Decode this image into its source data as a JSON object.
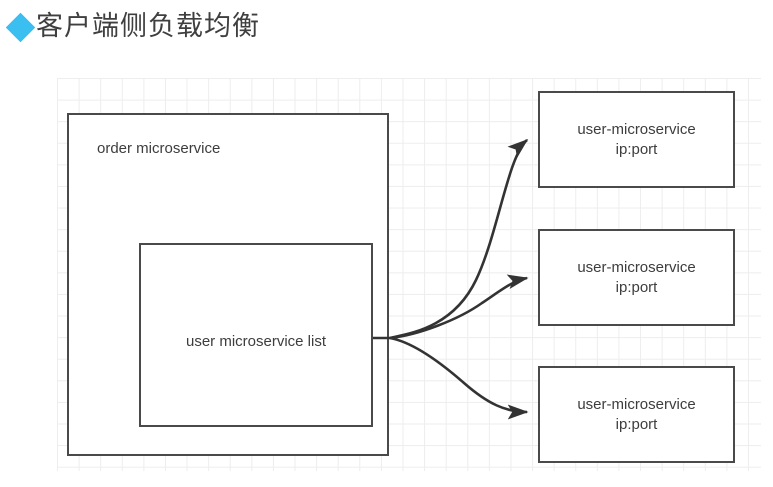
{
  "title": {
    "bullet_icon": "diamond-bullet-icon",
    "bullet_color": "#3bbef0",
    "text": "客户端侧负载均衡"
  },
  "diagram": {
    "type": "block-diagram",
    "background": "#ffffff",
    "grid_color": "#ededed",
    "border_color": "#4a4a4a",
    "text_color": "#3d3d3d",
    "arrow_color": "#333333",
    "outer_box": {
      "label": "order microservice"
    },
    "inner_box": {
      "label": "user microservice list"
    },
    "services": [
      {
        "name": "user-microservice",
        "address": "ip:port"
      },
      {
        "name": "user-microservice",
        "address": "ip:port"
      },
      {
        "name": "user-microservice",
        "address": "ip:port"
      }
    ],
    "connections": [
      {
        "from": "user microservice list",
        "to": "user-microservice ip:port",
        "style": "curved-arrow"
      },
      {
        "from": "user microservice list",
        "to": "user-microservice ip:port",
        "style": "curved-arrow"
      },
      {
        "from": "user microservice list",
        "to": "user-microservice ip:port",
        "style": "curved-arrow"
      }
    ]
  }
}
